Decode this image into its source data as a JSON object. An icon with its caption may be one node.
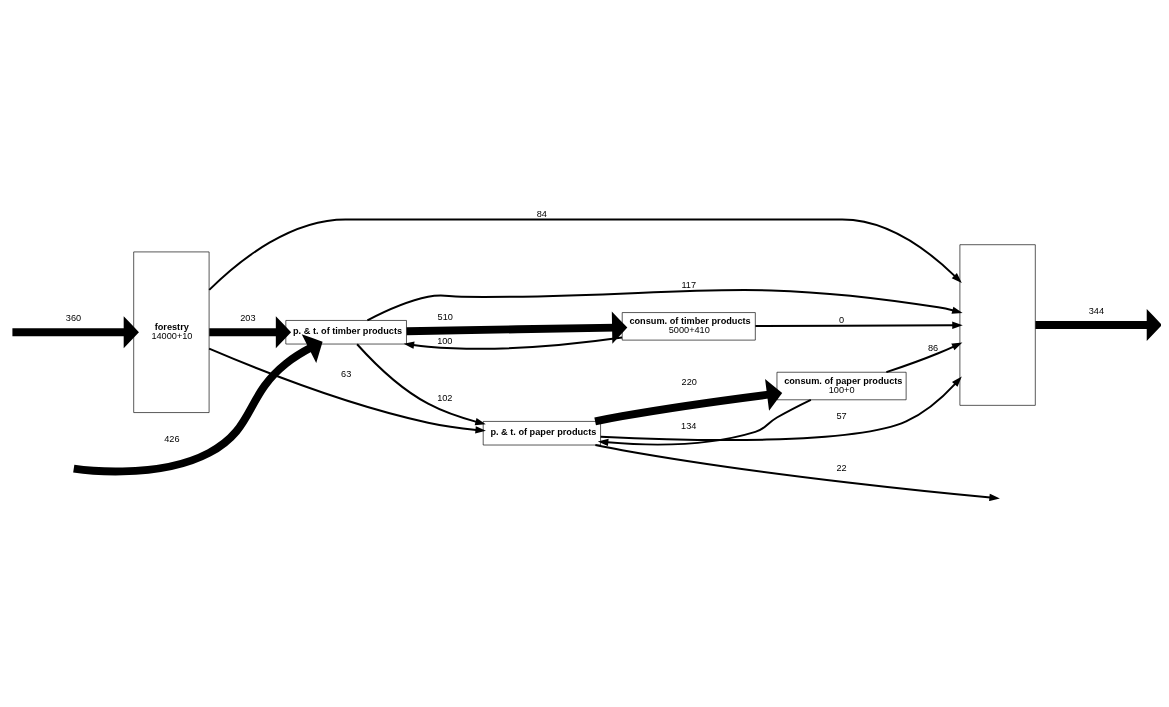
{
  "diagram": {
    "nodes": [
      {
        "text": [
          "forestry",
          "14000+10"
        ]
      },
      {
        "text": [
          "p. & t. of timber products"
        ]
      },
      {
        "text": [
          "consum. of timber products",
          "5000+410"
        ]
      },
      {
        "text": [
          "p. & t. of paper products"
        ]
      },
      {
        "text": [
          "consum. of paper products",
          "100+0"
        ]
      },
      {
        "text": [],
        "shape": "box"
      }
    ],
    "edges": [
      {
        "from": null,
        "to": 0,
        "arrow": "to",
        "label": "360",
        "style": "thick"
      },
      {
        "from": 5,
        "to": null,
        "arrow": "to",
        "label": "344",
        "style": "thick"
      },
      {
        "from": 0,
        "to": 5,
        "arrow": "to",
        "label": "84"
      },
      {
        "from": 0,
        "to": 1,
        "arrow": "to",
        "label": "203",
        "style": "thick"
      },
      {
        "from": 1,
        "to": 5,
        "arrow": "to",
        "label": "117"
      },
      {
        "from": null,
        "to": 1,
        "arrow": "to",
        "label": "426",
        "style": "thick"
      },
      {
        "from": 1,
        "to": 2,
        "arrow": "to",
        "label": "510",
        "style": "thick"
      },
      {
        "from": 2,
        "to": 5,
        "arrow": "to",
        "label": "0"
      },
      {
        "from": 2,
        "to": 1,
        "arrow": "to",
        "label": "100"
      },
      {
        "from": 1,
        "to": 3,
        "arrow": "to",
        "label": "102"
      },
      {
        "from": 3,
        "to": 5,
        "arrow": "to",
        "label": "57"
      },
      {
        "from": 0,
        "to": 3,
        "arrow": "to",
        "label": "63"
      },
      {
        "from": 3,
        "to": 4,
        "arrow": "to",
        "label": "220",
        "style": "thick"
      },
      {
        "from": 4,
        "to": 5,
        "arrow": "to",
        "label": "86"
      },
      {
        "from": 4,
        "to": 3,
        "arrow": "to",
        "label": "134"
      },
      {
        "from": 3,
        "to": null,
        "arrow": "to",
        "label": "22"
      }
    ]
  }
}
